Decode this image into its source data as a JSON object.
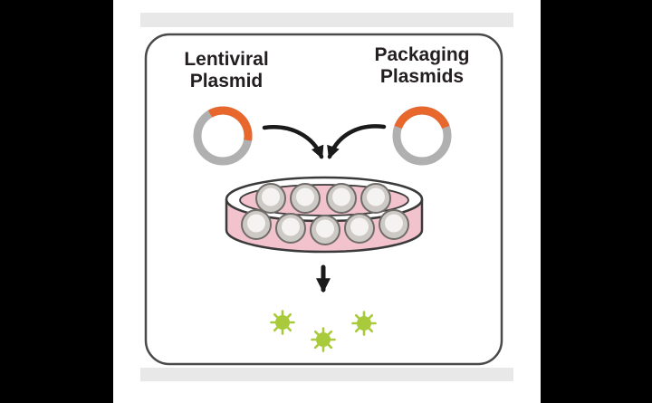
{
  "figure": {
    "labels": {
      "lentiviral_line1": "Lentiviral",
      "lentiviral_line2": "Plasmid",
      "packaging_line1": "Packaging",
      "packaging_line2": "Plasmids"
    },
    "colors": {
      "background": "#000000",
      "panel": "#ffffff",
      "strip": "#e8e8e8",
      "frame_border": "#4a4a4a",
      "plasmid_ring": "#b0b0b0",
      "plasmid_insert": "#e8672c",
      "arrow": "#1a1a1a",
      "dish_outline": "#3a3a3a",
      "dish_rim": "#ffffff",
      "dish_media": "#f2c3cd",
      "cell_body": "#cdc9c5",
      "cell_center": "#f4f3f1",
      "cell_outline": "#6f6c69",
      "virus": "#a9ca3b"
    }
  }
}
